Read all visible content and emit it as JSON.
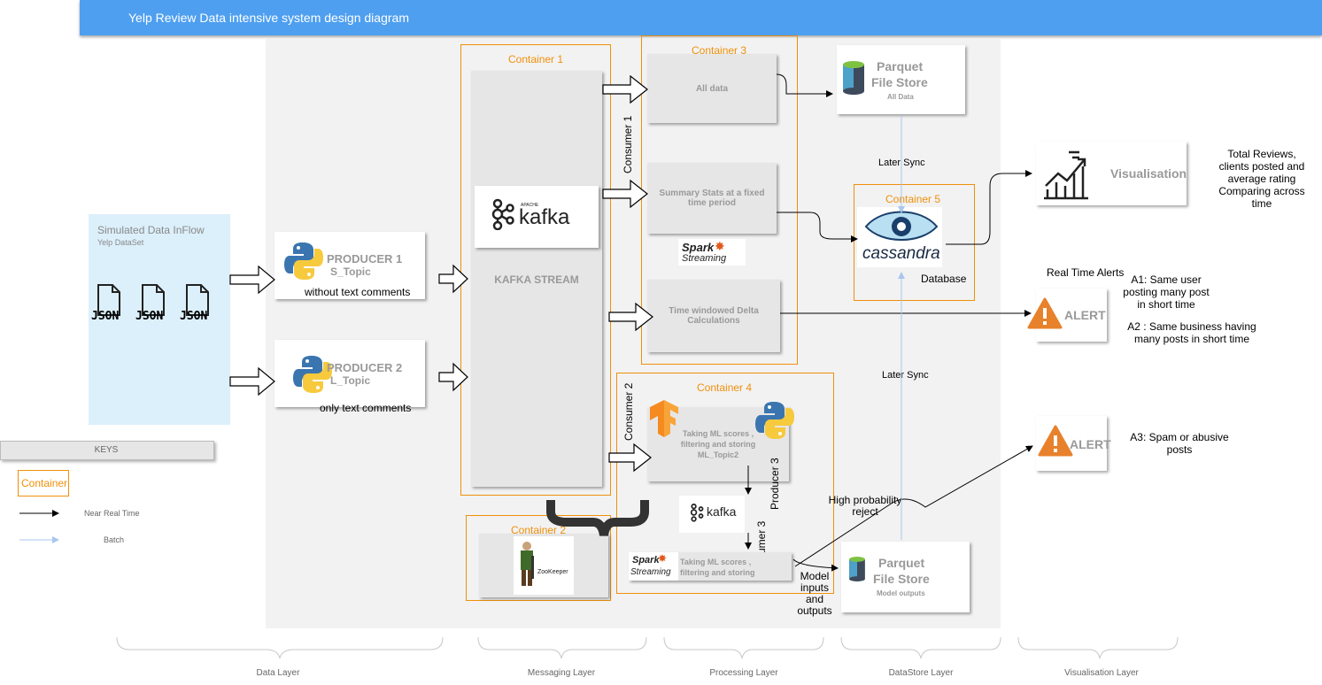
{
  "title": "Yelp Review Data intensive system design diagram",
  "inflow": {
    "title": "Simulated Data InFlow",
    "subtitle": "Yelp DataSet",
    "files": [
      "JSON",
      "JSON",
      "JSON"
    ]
  },
  "producer1": {
    "name": "PRODUCER 1",
    "topic": "S_Topic",
    "note": "without text comments"
  },
  "producer2": {
    "name": "PRODUCER 2",
    "topic": "L_Topic",
    "note": "only text comments"
  },
  "kafka": {
    "logo": "kafka",
    "logo_small": "APACHE",
    "stream": "KAFKA STREAM",
    "container": "Container 1"
  },
  "container2": {
    "label": "Container 2",
    "zookeeper": "ZooKeeper"
  },
  "container3": {
    "label": "Container 3",
    "all_data": "All data",
    "summary": "Summary Stats at a fixed time period",
    "windowed": "Time windowed Delta Calculations",
    "consumer": "Consumer 1"
  },
  "container4": {
    "label": "Container 4",
    "consumer": "Consumer 2",
    "ml1": "Taking ML scores , filtering and storing ML_Topic2",
    "producer": "Producer 3",
    "consumer3": "Consumer  3",
    "ml2": "Taking ML scores , filtering and storing"
  },
  "spark": {
    "top": "Spark",
    "bottom": "Streaming"
  },
  "parquet1": {
    "line1": "Parquet",
    "line2": "File Store",
    "sub": "All Data"
  },
  "parquet2": {
    "line1": "Parquet",
    "line2": "File Store",
    "sub": "Model outputs"
  },
  "sync1": "Later Sync",
  "sync2": "Later Sync",
  "container5": {
    "label": "Container 5",
    "db": "cassandra",
    "db_label": "Database"
  },
  "visual": {
    "label": "Visualisation",
    "desc": "Total Reviews, clients posted and average rating Comparing across time"
  },
  "alerts": {
    "title": "Real Time Alerts",
    "alert_label": "ALERT",
    "a1": "A1: Same user posting many post in short time",
    "a2": "A2 : Same business having many posts  in short time",
    "a3": "A3: Spam or abusive posts"
  },
  "reject": "High probability reject",
  "model_io": "Model inputs and outputs",
  "keys": {
    "title": "KEYS",
    "container": "Container",
    "near": "Near Real Time",
    "batch": "Batch"
  },
  "layers": [
    "Data Layer",
    "Messaging Layer",
    "Processing Layer",
    "DataStore Layer",
    "Visualisation Layer"
  ],
  "colors": {
    "title_bar": "#4e9ff0",
    "container_border": "#f0900a",
    "alert": "#e8812b",
    "inflow_bg": "#dcf0fb",
    "batch_line": "#a9c6ef"
  }
}
